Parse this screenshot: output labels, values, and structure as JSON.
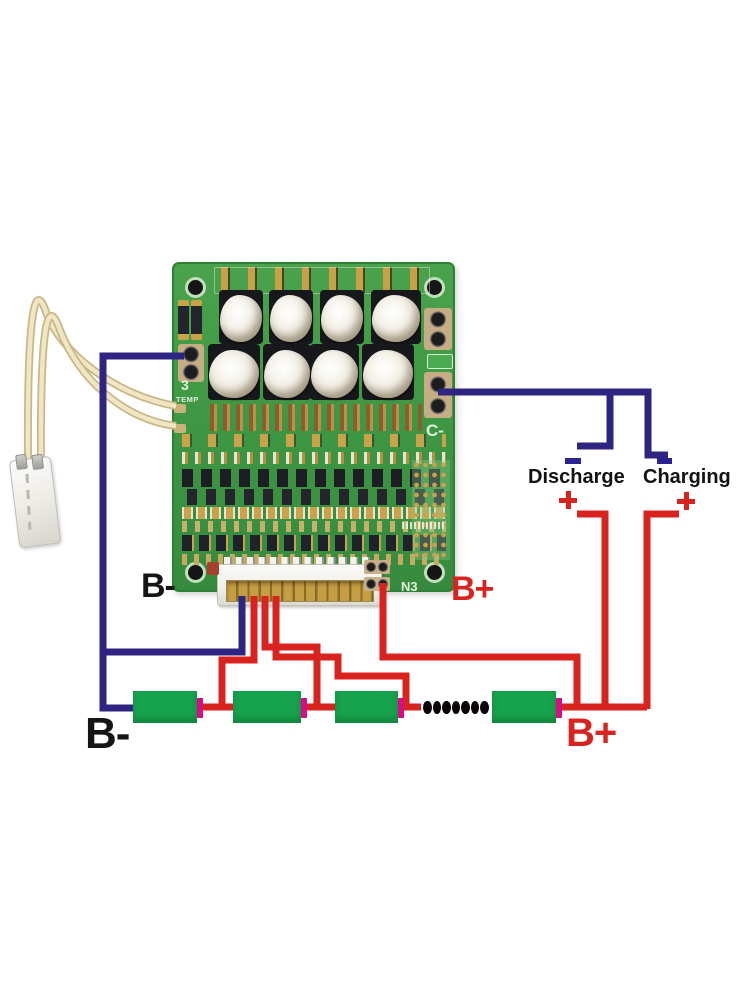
{
  "labels": {
    "bms_b_minus": "B-",
    "bms_b_plus": "B+",
    "pack_b_minus": "B-",
    "pack_b_plus": "B+",
    "discharge": "Discharge",
    "charging": "Charging",
    "plus_sign": "+"
  },
  "silkscreen": {
    "connector_ref": "N3",
    "charge_minus_pad": "C-",
    "temp_pad_number": "3",
    "temp_pad": "TEMP"
  },
  "colors": {
    "background": "#ffffff",
    "wire_positive": "#d8231f",
    "wire_negative": "#2e2482",
    "junction_negative": "#1b1640",
    "pcb_green": "#419a44",
    "pcb_border": "#2f7f36",
    "cell_green": "#17a24e",
    "terminal_magenta": "#d40e84",
    "label_black": "#151515",
    "connector_ivory": "#f4f3ee",
    "pin_gold": "#c59d42",
    "temp_wire_cream": "#efe6c4",
    "temp_wire_edge": "#c9b786"
  },
  "battery": {
    "visible_cells": 4,
    "continuation_dots": 7
  },
  "board": {
    "mosfet_count": 8,
    "mounting_holes": 4
  }
}
